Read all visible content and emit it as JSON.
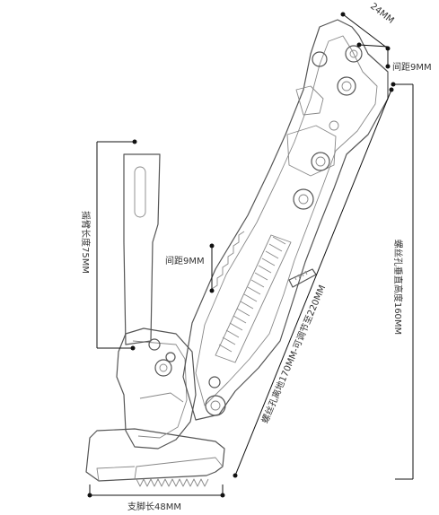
{
  "labels": {
    "top_width": "24MM",
    "top_hole_spacing": "间距9MM",
    "arm_length": "摇臂长度75MM",
    "mid_hole_spacing": "间距9MM",
    "vertical_hole_height": "螺丝孔垂直高度160MM",
    "diagonal_adjustable": "螺丝孔离地170MM-可调节至220MM",
    "foot_length": "支脚长48MM"
  }
}
